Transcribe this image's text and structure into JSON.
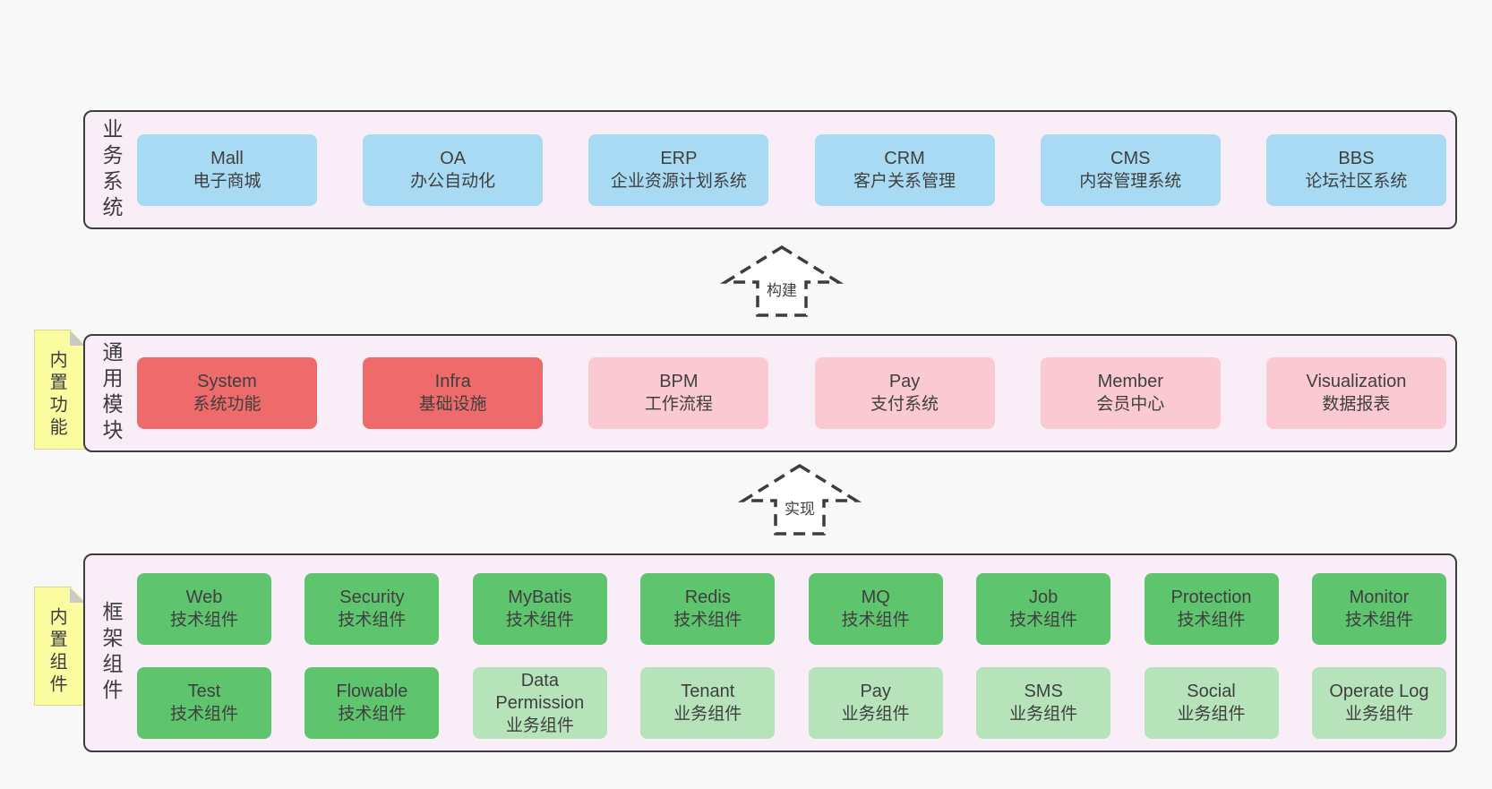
{
  "colors": {
    "blue": "#a8dbf3",
    "red": "#ef6b6b",
    "pink": "#fac9d2",
    "green": "#5ec46d",
    "lightgreen": "#b6e3ba",
    "container_fill": "#f9eef7",
    "container_border": "#3d3d3d",
    "sticky_fill": "#fbfba0",
    "text": "#3f3f3f"
  },
  "sections": {
    "business": {
      "label": "业务系统",
      "boxes": [
        {
          "en": "Mall",
          "cn": "电子商城",
          "variant": "blue"
        },
        {
          "en": "OA",
          "cn": "办公自动化",
          "variant": "blue"
        },
        {
          "en": "ERP",
          "cn": "企业资源计划系统",
          "variant": "blue"
        },
        {
          "en": "CRM",
          "cn": "客户关系管理",
          "variant": "blue"
        },
        {
          "en": "CMS",
          "cn": "内容管理系统",
          "variant": "blue"
        },
        {
          "en": "BBS",
          "cn": "论坛社区系统",
          "variant": "blue"
        }
      ]
    },
    "modules": {
      "label": "通用模块",
      "sticky": "内置功能",
      "boxes": [
        {
          "en": "System",
          "cn": "系统功能",
          "variant": "red"
        },
        {
          "en": "Infra",
          "cn": "基础设施",
          "variant": "red"
        },
        {
          "en": "BPM",
          "cn": "工作流程",
          "variant": "pink"
        },
        {
          "en": "Pay",
          "cn": "支付系统",
          "variant": "pink"
        },
        {
          "en": "Member",
          "cn": "会员中心",
          "variant": "pink"
        },
        {
          "en": "Visualization",
          "cn": "数据报表",
          "variant": "pink"
        }
      ]
    },
    "framework": {
      "label": "框架组件",
      "sticky": "内置组件",
      "row1": [
        {
          "en": "Web",
          "cn": "技术组件",
          "variant": "green"
        },
        {
          "en": "Security",
          "cn": "技术组件",
          "variant": "green"
        },
        {
          "en": "MyBatis",
          "cn": "技术组件",
          "variant": "green"
        },
        {
          "en": "Redis",
          "cn": "技术组件",
          "variant": "green"
        },
        {
          "en": "MQ",
          "cn": "技术组件",
          "variant": "green"
        },
        {
          "en": "Job",
          "cn": "技术组件",
          "variant": "green"
        },
        {
          "en": "Protection",
          "cn": "技术组件",
          "variant": "green"
        },
        {
          "en": "Monitor",
          "cn": "技术组件",
          "variant": "green"
        }
      ],
      "row2": [
        {
          "en": "Test",
          "cn": "技术组件",
          "variant": "green"
        },
        {
          "en": "Flowable",
          "cn": "技术组件",
          "variant": "green"
        },
        {
          "en": "Data Permission",
          "cn": "业务组件",
          "variant": "lightgreen"
        },
        {
          "en": "Tenant",
          "cn": "业务组件",
          "variant": "lightgreen"
        },
        {
          "en": "Pay",
          "cn": "业务组件",
          "variant": "lightgreen"
        },
        {
          "en": "SMS",
          "cn": "业务组件",
          "variant": "lightgreen"
        },
        {
          "en": "Social",
          "cn": "业务组件",
          "variant": "lightgreen"
        },
        {
          "en": "Operate Log",
          "cn": "业务组件",
          "variant": "lightgreen"
        }
      ]
    }
  },
  "arrows": [
    {
      "label": "构建"
    },
    {
      "label": "实现"
    }
  ]
}
